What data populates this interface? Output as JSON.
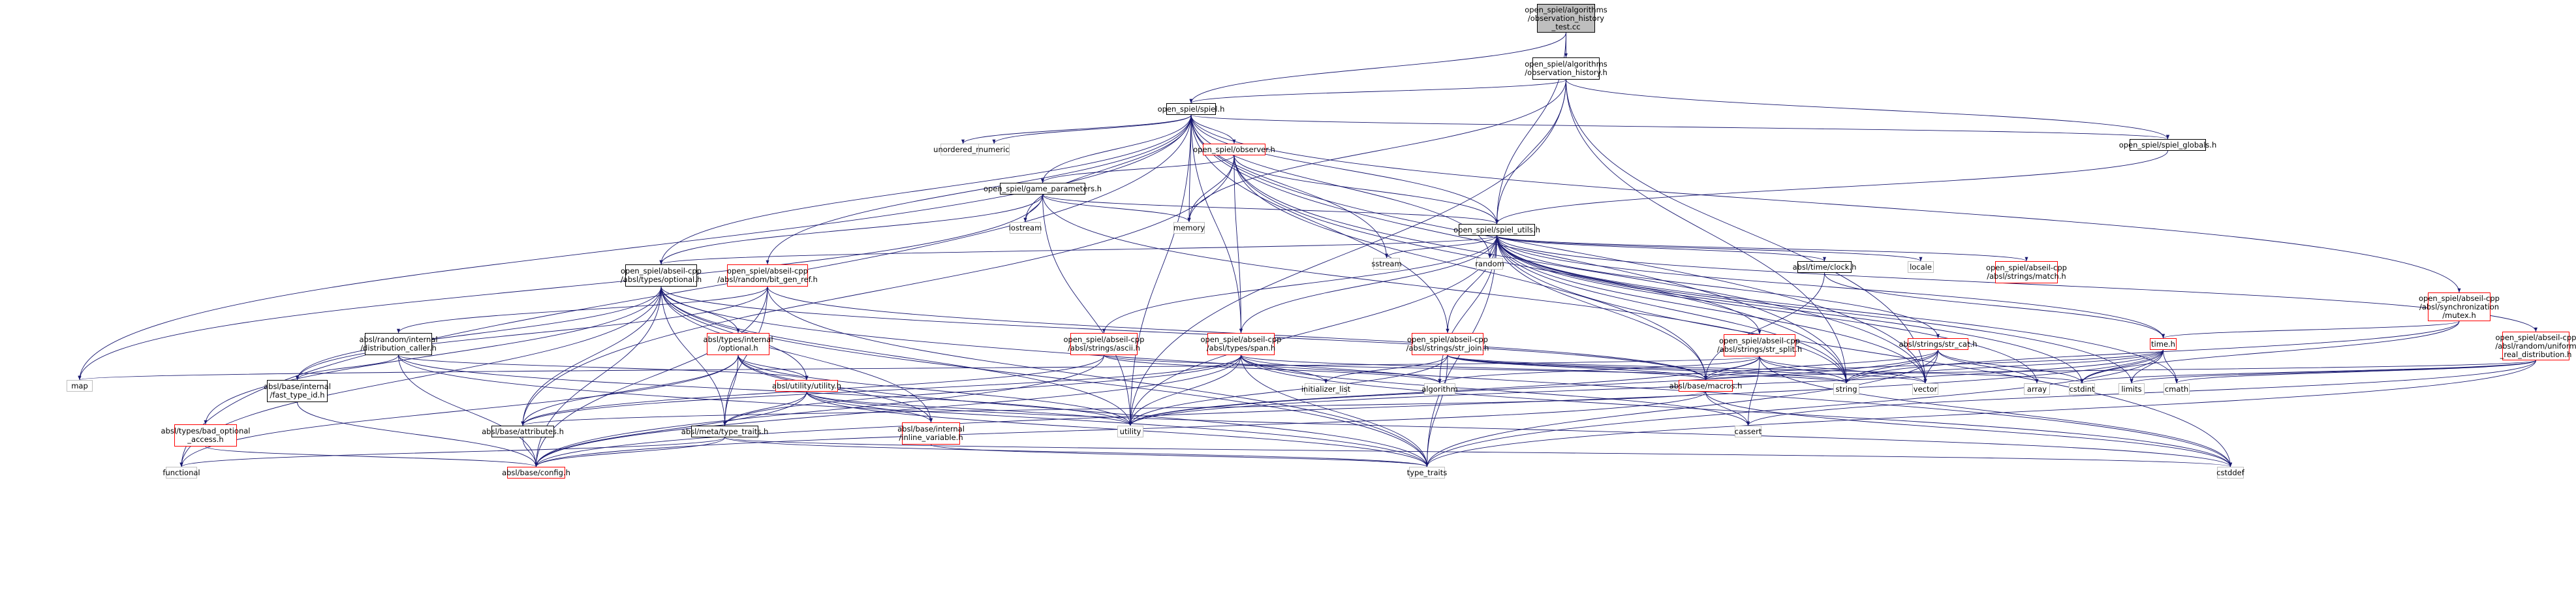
{
  "nodes": [
    {
      "id": "root",
      "label": "open_spiel/algorithms\n/observation_history\n_test.cc",
      "style": "root"
    },
    {
      "id": "oh",
      "label": "open_spiel/algorithms\n/observation_history.h",
      "style": "normal"
    },
    {
      "id": "spiel",
      "label": "open_spiel/spiel.h",
      "style": "normal"
    },
    {
      "id": "unordered_map",
      "label": "unordered_map",
      "style": "gray"
    },
    {
      "id": "numeric",
      "label": "numeric",
      "style": "gray"
    },
    {
      "id": "observer",
      "label": "open_spiel/observer.h",
      "style": "red"
    },
    {
      "id": "globals",
      "label": "open_spiel/spiel_globals.h",
      "style": "normal"
    },
    {
      "id": "gp",
      "label": "open_spiel/game_parameters.h",
      "style": "normal"
    },
    {
      "id": "iostream",
      "label": "iostream",
      "style": "gray"
    },
    {
      "id": "memory",
      "label": "memory",
      "style": "gray"
    },
    {
      "id": "utils",
      "label": "open_spiel/spiel_utils.h",
      "style": "normal"
    },
    {
      "id": "optional",
      "label": "open_spiel/abseil-cpp\n/absl/types/optional.h",
      "style": "normal"
    },
    {
      "id": "bitgen",
      "label": "open_spiel/abseil-cpp\n/absl/random/bit_gen_ref.h",
      "style": "red"
    },
    {
      "id": "sstream",
      "label": "sstream",
      "style": "gray"
    },
    {
      "id": "random",
      "label": "random",
      "style": "gray"
    },
    {
      "id": "clock",
      "label": "absl/time/clock.h",
      "style": "normal"
    },
    {
      "id": "locale",
      "label": "locale",
      "style": "gray"
    },
    {
      "id": "match",
      "label": "open_spiel/abseil-cpp\n/absl/strings/match.h",
      "style": "red"
    },
    {
      "id": "mutex",
      "label": "open_spiel/abseil-cpp\n/absl/synchronization\n/mutex.h",
      "style": "red"
    },
    {
      "id": "distcaller",
      "label": "absl/random/internal\n/distribution_caller.h",
      "style": "normal"
    },
    {
      "id": "int_optional",
      "label": "absl/types/internal\n/optional.h",
      "style": "red"
    },
    {
      "id": "ascii",
      "label": "open_spiel/abseil-cpp\n/absl/strings/ascii.h",
      "style": "red"
    },
    {
      "id": "span",
      "label": "open_spiel/abseil-cpp\n/absl/types/span.h",
      "style": "red"
    },
    {
      "id": "strjoin",
      "label": "open_spiel/abseil-cpp\n/absl/strings/str_join.h",
      "style": "red"
    },
    {
      "id": "strsplit",
      "label": "open_spiel/abseil-cpp\n/absl/strings/str_split.h",
      "style": "red"
    },
    {
      "id": "strcat",
      "label": "absl/strings/str_cat.h",
      "style": "red"
    },
    {
      "id": "time",
      "label": "time.h",
      "style": "red"
    },
    {
      "id": "uniform",
      "label": "open_spiel/abseil-cpp\n/absl/random/uniform\n_real_distribution.h",
      "style": "red"
    },
    {
      "id": "fasttype",
      "label": "absl/base/internal\n/fast_type_id.h",
      "style": "normal"
    },
    {
      "id": "map",
      "label": "map",
      "style": "gray"
    },
    {
      "id": "utilh",
      "label": "absl/utility/utility.h",
      "style": "red"
    },
    {
      "id": "macros",
      "label": "absl/base/macros.h",
      "style": "red"
    },
    {
      "id": "init_list",
      "label": "initializer_list",
      "style": "gray"
    },
    {
      "id": "algorithm",
      "label": "algorithm",
      "style": "gray"
    },
    {
      "id": "string",
      "label": "string",
      "style": "gray"
    },
    {
      "id": "vector",
      "label": "vector",
      "style": "gray"
    },
    {
      "id": "array",
      "label": "array",
      "style": "gray"
    },
    {
      "id": "cstdint",
      "label": "cstdint",
      "style": "gray"
    },
    {
      "id": "limits",
      "label": "limits",
      "style": "gray"
    },
    {
      "id": "cmath",
      "label": "cmath",
      "style": "gray"
    },
    {
      "id": "badopt",
      "label": "absl/types/bad_optional\n_access.h",
      "style": "red"
    },
    {
      "id": "attributes",
      "label": "absl/base/attributes.h",
      "style": "normal"
    },
    {
      "id": "typetraits_h",
      "label": "absl/meta/type_traits.h",
      "style": "normal"
    },
    {
      "id": "inlinevar",
      "label": "absl/base/internal\n/inline_variable.h",
      "style": "red"
    },
    {
      "id": "utility",
      "label": "utility",
      "style": "gray"
    },
    {
      "id": "cassert",
      "label": "cassert",
      "style": "gray"
    },
    {
      "id": "functional",
      "label": "functional",
      "style": "gray"
    },
    {
      "id": "config",
      "label": "absl/base/config.h",
      "style": "red"
    },
    {
      "id": "type_traits",
      "label": "type_traits",
      "style": "gray"
    },
    {
      "id": "cstddef",
      "label": "cstddef",
      "style": "gray"
    }
  ],
  "edges": [
    [
      "root",
      "oh"
    ],
    [
      "root",
      "spiel"
    ],
    [
      "root",
      "utils"
    ],
    [
      "oh",
      "spiel"
    ],
    [
      "oh",
      "globals"
    ],
    [
      "oh",
      "utils"
    ],
    [
      "oh",
      "memory"
    ],
    [
      "oh",
      "string"
    ],
    [
      "oh",
      "vector"
    ],
    [
      "oh",
      "utility"
    ],
    [
      "spiel",
      "unordered_map"
    ],
    [
      "spiel",
      "numeric"
    ],
    [
      "spiel",
      "observer"
    ],
    [
      "spiel",
      "globals"
    ],
    [
      "spiel",
      "gp"
    ],
    [
      "spiel",
      "iostream"
    ],
    [
      "spiel",
      "memory"
    ],
    [
      "spiel",
      "utils"
    ],
    [
      "spiel",
      "optional"
    ],
    [
      "spiel",
      "bitgen"
    ],
    [
      "spiel",
      "sstream"
    ],
    [
      "spiel",
      "random"
    ],
    [
      "spiel",
      "span"
    ],
    [
      "spiel",
      "mutex"
    ],
    [
      "spiel",
      "map"
    ],
    [
      "spiel",
      "functional"
    ],
    [
      "spiel",
      "string"
    ],
    [
      "spiel",
      "vector"
    ],
    [
      "spiel",
      "utility"
    ],
    [
      "spiel",
      "strjoin"
    ],
    [
      "observer",
      "gp"
    ],
    [
      "observer",
      "memory"
    ],
    [
      "observer",
      "utils"
    ],
    [
      "observer",
      "span"
    ],
    [
      "observer",
      "string"
    ],
    [
      "observer",
      "vector"
    ],
    [
      "observer",
      "attributes"
    ],
    [
      "observer",
      "macros"
    ],
    [
      "globals",
      "utils"
    ],
    [
      "gp",
      "iostream"
    ],
    [
      "gp",
      "memory"
    ],
    [
      "gp",
      "utils"
    ],
    [
      "gp",
      "optional"
    ],
    [
      "gp",
      "map"
    ],
    [
      "gp",
      "string"
    ],
    [
      "gp",
      "utility"
    ],
    [
      "utils",
      "sstream"
    ],
    [
      "utils",
      "random"
    ],
    [
      "utils",
      "clock"
    ],
    [
      "utils",
      "locale"
    ],
    [
      "utils",
      "match"
    ],
    [
      "utils",
      "optional"
    ],
    [
      "utils",
      "ascii"
    ],
    [
      "utils",
      "span"
    ],
    [
      "utils",
      "strjoin"
    ],
    [
      "utils",
      "strsplit"
    ],
    [
      "utils",
      "strcat"
    ],
    [
      "utils",
      "time"
    ],
    [
      "utils",
      "uniform"
    ],
    [
      "utils",
      "cstdint"
    ],
    [
      "utils",
      "limits"
    ],
    [
      "utils",
      "cmath"
    ],
    [
      "utils",
      "cstddef"
    ],
    [
      "utils",
      "string"
    ],
    [
      "utils",
      "vector"
    ],
    [
      "utils",
      "algorithm"
    ],
    [
      "utils",
      "type_traits"
    ],
    [
      "utils",
      "array"
    ],
    [
      "utils",
      "macros"
    ],
    [
      "utils",
      "utility"
    ],
    [
      "optional",
      "int_optional"
    ],
    [
      "optional",
      "badopt"
    ],
    [
      "optional",
      "attributes"
    ],
    [
      "optional",
      "typetraits_h"
    ],
    [
      "optional",
      "utilh"
    ],
    [
      "optional",
      "config"
    ],
    [
      "optional",
      "inlinevar"
    ],
    [
      "optional",
      "functional"
    ],
    [
      "optional",
      "initializer_list_dummy"
    ],
    [
      "optional",
      "type_traits"
    ],
    [
      "optional",
      "utility"
    ],
    [
      "optional",
      "cstddef"
    ],
    [
      "optional",
      "macros"
    ],
    [
      "optional",
      "fasttype"
    ],
    [
      "bitgen",
      "distcaller"
    ],
    [
      "bitgen",
      "fasttype"
    ],
    [
      "bitgen",
      "typetraits_h"
    ],
    [
      "bitgen",
      "macros"
    ],
    [
      "bitgen",
      "config"
    ],
    [
      "bitgen",
      "type_traits"
    ],
    [
      "clock",
      "time"
    ],
    [
      "clock",
      "macros"
    ],
    [
      "mutex",
      "time"
    ],
    [
      "mutex",
      "string"
    ],
    [
      "mutex",
      "cstdint"
    ],
    [
      "distcaller",
      "fasttype"
    ],
    [
      "distcaller",
      "config"
    ],
    [
      "distcaller",
      "utility"
    ],
    [
      "distcaller",
      "utilh"
    ],
    [
      "distcaller",
      "type_traits"
    ],
    [
      "int_optional",
      "utilh"
    ],
    [
      "int_optional",
      "typetraits_h"
    ],
    [
      "int_optional",
      "inlinevar"
    ],
    [
      "int_optional",
      "functional"
    ],
    [
      "int_optional",
      "type_traits"
    ],
    [
      "int_optional",
      "utility"
    ],
    [
      "int_optional",
      "attributes"
    ],
    [
      "ascii",
      "algorithm"
    ],
    [
      "ascii",
      "string"
    ],
    [
      "ascii",
      "attributes"
    ],
    [
      "ascii",
      "config"
    ],
    [
      "span",
      "typetraits_h"
    ],
    [
      "span",
      "macros"
    ],
    [
      "span",
      "init_list"
    ],
    [
      "span",
      "algorithm"
    ],
    [
      "span",
      "cassert"
    ],
    [
      "span",
      "cstddef"
    ],
    [
      "span",
      "type_traits"
    ],
    [
      "span",
      "utility"
    ],
    [
      "span",
      "attributes"
    ],
    [
      "span",
      "config"
    ],
    [
      "strjoin",
      "string"
    ],
    [
      "strjoin",
      "utility"
    ],
    [
      "strjoin",
      "vector"
    ],
    [
      "strjoin",
      "init_list"
    ],
    [
      "strjoin",
      "macros"
    ],
    [
      "strjoin",
      "type_traits"
    ],
    [
      "strjoin",
      "cstdint"
    ],
    [
      "strsplit",
      "algorithm"
    ],
    [
      "strsplit",
      "cstddef"
    ],
    [
      "strsplit",
      "map"
    ],
    [
      "strsplit",
      "string"
    ],
    [
      "strsplit",
      "utility"
    ],
    [
      "strsplit",
      "vector"
    ],
    [
      "strsplit",
      "macros"
    ],
    [
      "strsplit",
      "cassert"
    ],
    [
      "strcat",
      "array"
    ],
    [
      "strcat",
      "cstdint"
    ],
    [
      "strcat",
      "string"
    ],
    [
      "strcat",
      "vector"
    ],
    [
      "strcat",
      "type_traits"
    ],
    [
      "strcat",
      "utility"
    ],
    [
      "strcat",
      "macros"
    ],
    [
      "time",
      "cmath"
    ],
    [
      "time",
      "cstdint"
    ],
    [
      "time",
      "limits"
    ],
    [
      "time",
      "string"
    ],
    [
      "time",
      "utility"
    ],
    [
      "time",
      "type_traits"
    ],
    [
      "time",
      "macros"
    ],
    [
      "time",
      "config"
    ],
    [
      "uniform",
      "cstdint"
    ],
    [
      "uniform",
      "cmath"
    ],
    [
      "uniform",
      "limits"
    ],
    [
      "uniform",
      "type_traits"
    ],
    [
      "uniform",
      "macros"
    ],
    [
      "uniform",
      "cassert"
    ],
    [
      "fasttype",
      "config"
    ],
    [
      "utilh",
      "typetraits_h"
    ],
    [
      "utilh",
      "inlinevar"
    ],
    [
      "utilh",
      "utility"
    ],
    [
      "utilh",
      "config"
    ],
    [
      "utilh",
      "cstddef"
    ],
    [
      "utilh",
      "type_traits"
    ],
    [
      "macros",
      "cassert"
    ],
    [
      "macros",
      "cstddef"
    ],
    [
      "macros",
      "attributes"
    ],
    [
      "macros",
      "config"
    ],
    [
      "badopt",
      "config"
    ],
    [
      "attributes",
      "config"
    ],
    [
      "typetraits_h",
      "config"
    ],
    [
      "typetraits_h",
      "functional"
    ],
    [
      "typetraits_h",
      "type_traits"
    ],
    [
      "typetraits_h",
      "cstddef"
    ],
    [
      "inlinevar",
      "type_traits"
    ]
  ]
}
